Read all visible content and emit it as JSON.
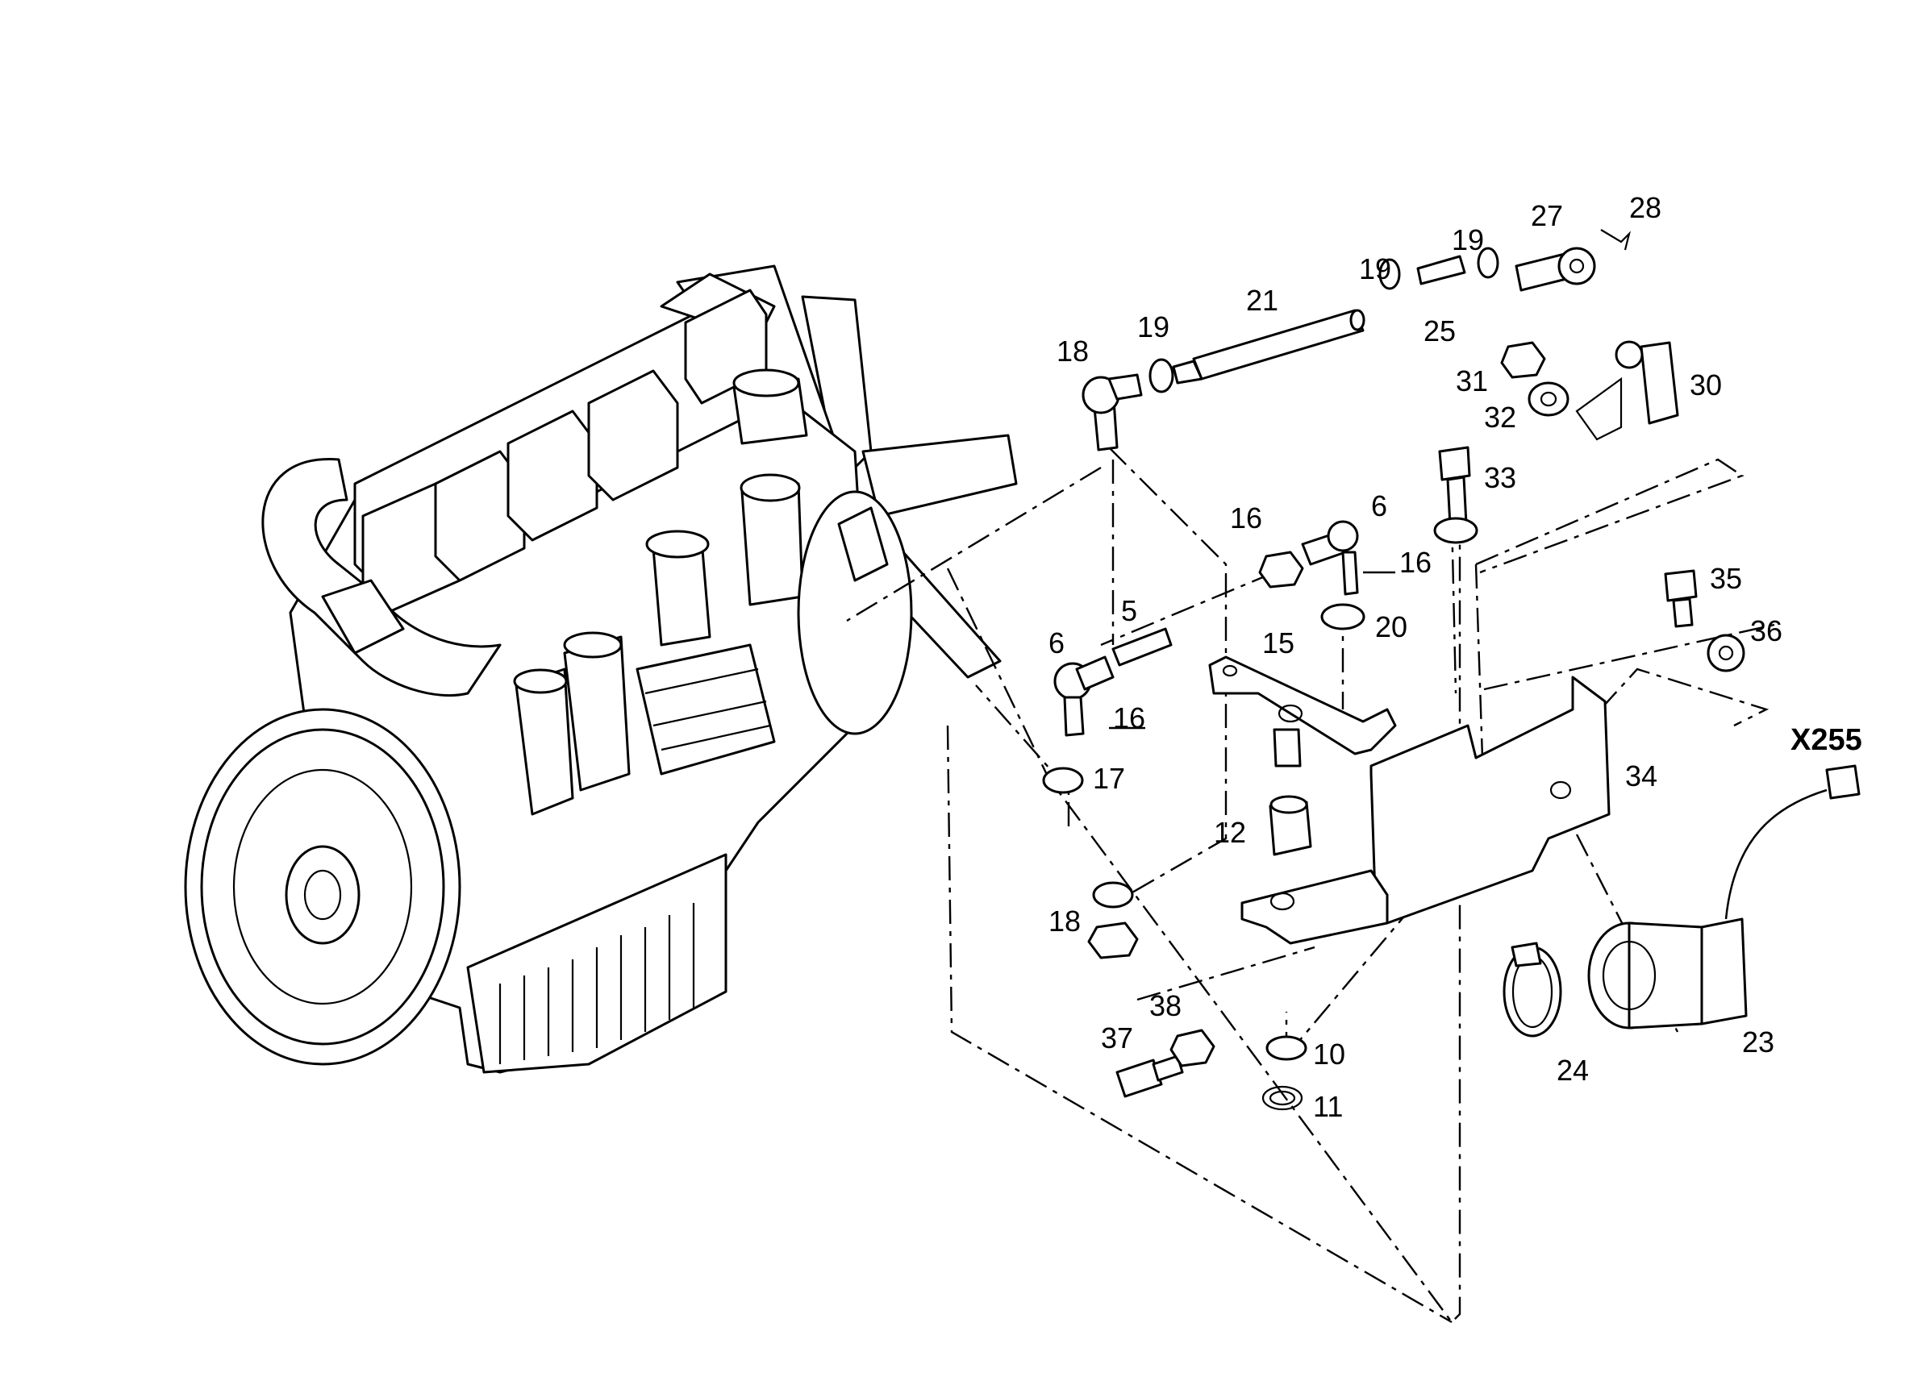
{
  "diagram": {
    "labels": {
      "n5": "5",
      "n6a": "6",
      "n6b": "6",
      "n10": "10",
      "n11": "11",
      "n12": "12",
      "n15": "15",
      "n16a": "16",
      "n16b": "16",
      "n16c": "16",
      "n17": "17",
      "n18a": "18",
      "n18b": "18",
      "n19a": "19",
      "n19b": "19",
      "n19c": "19",
      "n20": "20",
      "n21": "21",
      "n23": "23",
      "n24": "24",
      "n25": "25",
      "n27": "27",
      "n28": "28",
      "n30": "30",
      "n31": "31",
      "n32": "32",
      "n33": "33",
      "n34": "34",
      "n35": "35",
      "n36": "36",
      "n37": "37",
      "n38": "38",
      "connector": "X255"
    }
  }
}
